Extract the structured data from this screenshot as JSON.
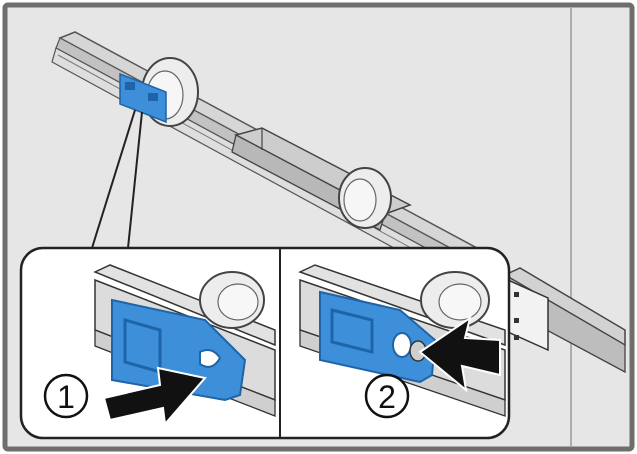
{
  "figure": {
    "callout_labels": [
      "1",
      "2"
    ],
    "colors": {
      "frame": "#6e6e6e",
      "background": "#e6e6e6",
      "rail": "#d2d2d2",
      "rail_dark": "#9a9a9a",
      "wheel": "#e9e9e9",
      "clip_blue": "#3c8fd8",
      "clip_blue_dark": "#1f64a8",
      "arrow": "#111111",
      "inset_bg": "#ffffff"
    },
    "icons": [
      "rail",
      "wheel",
      "blue-clip",
      "push-arrow",
      "step-circle"
    ]
  }
}
